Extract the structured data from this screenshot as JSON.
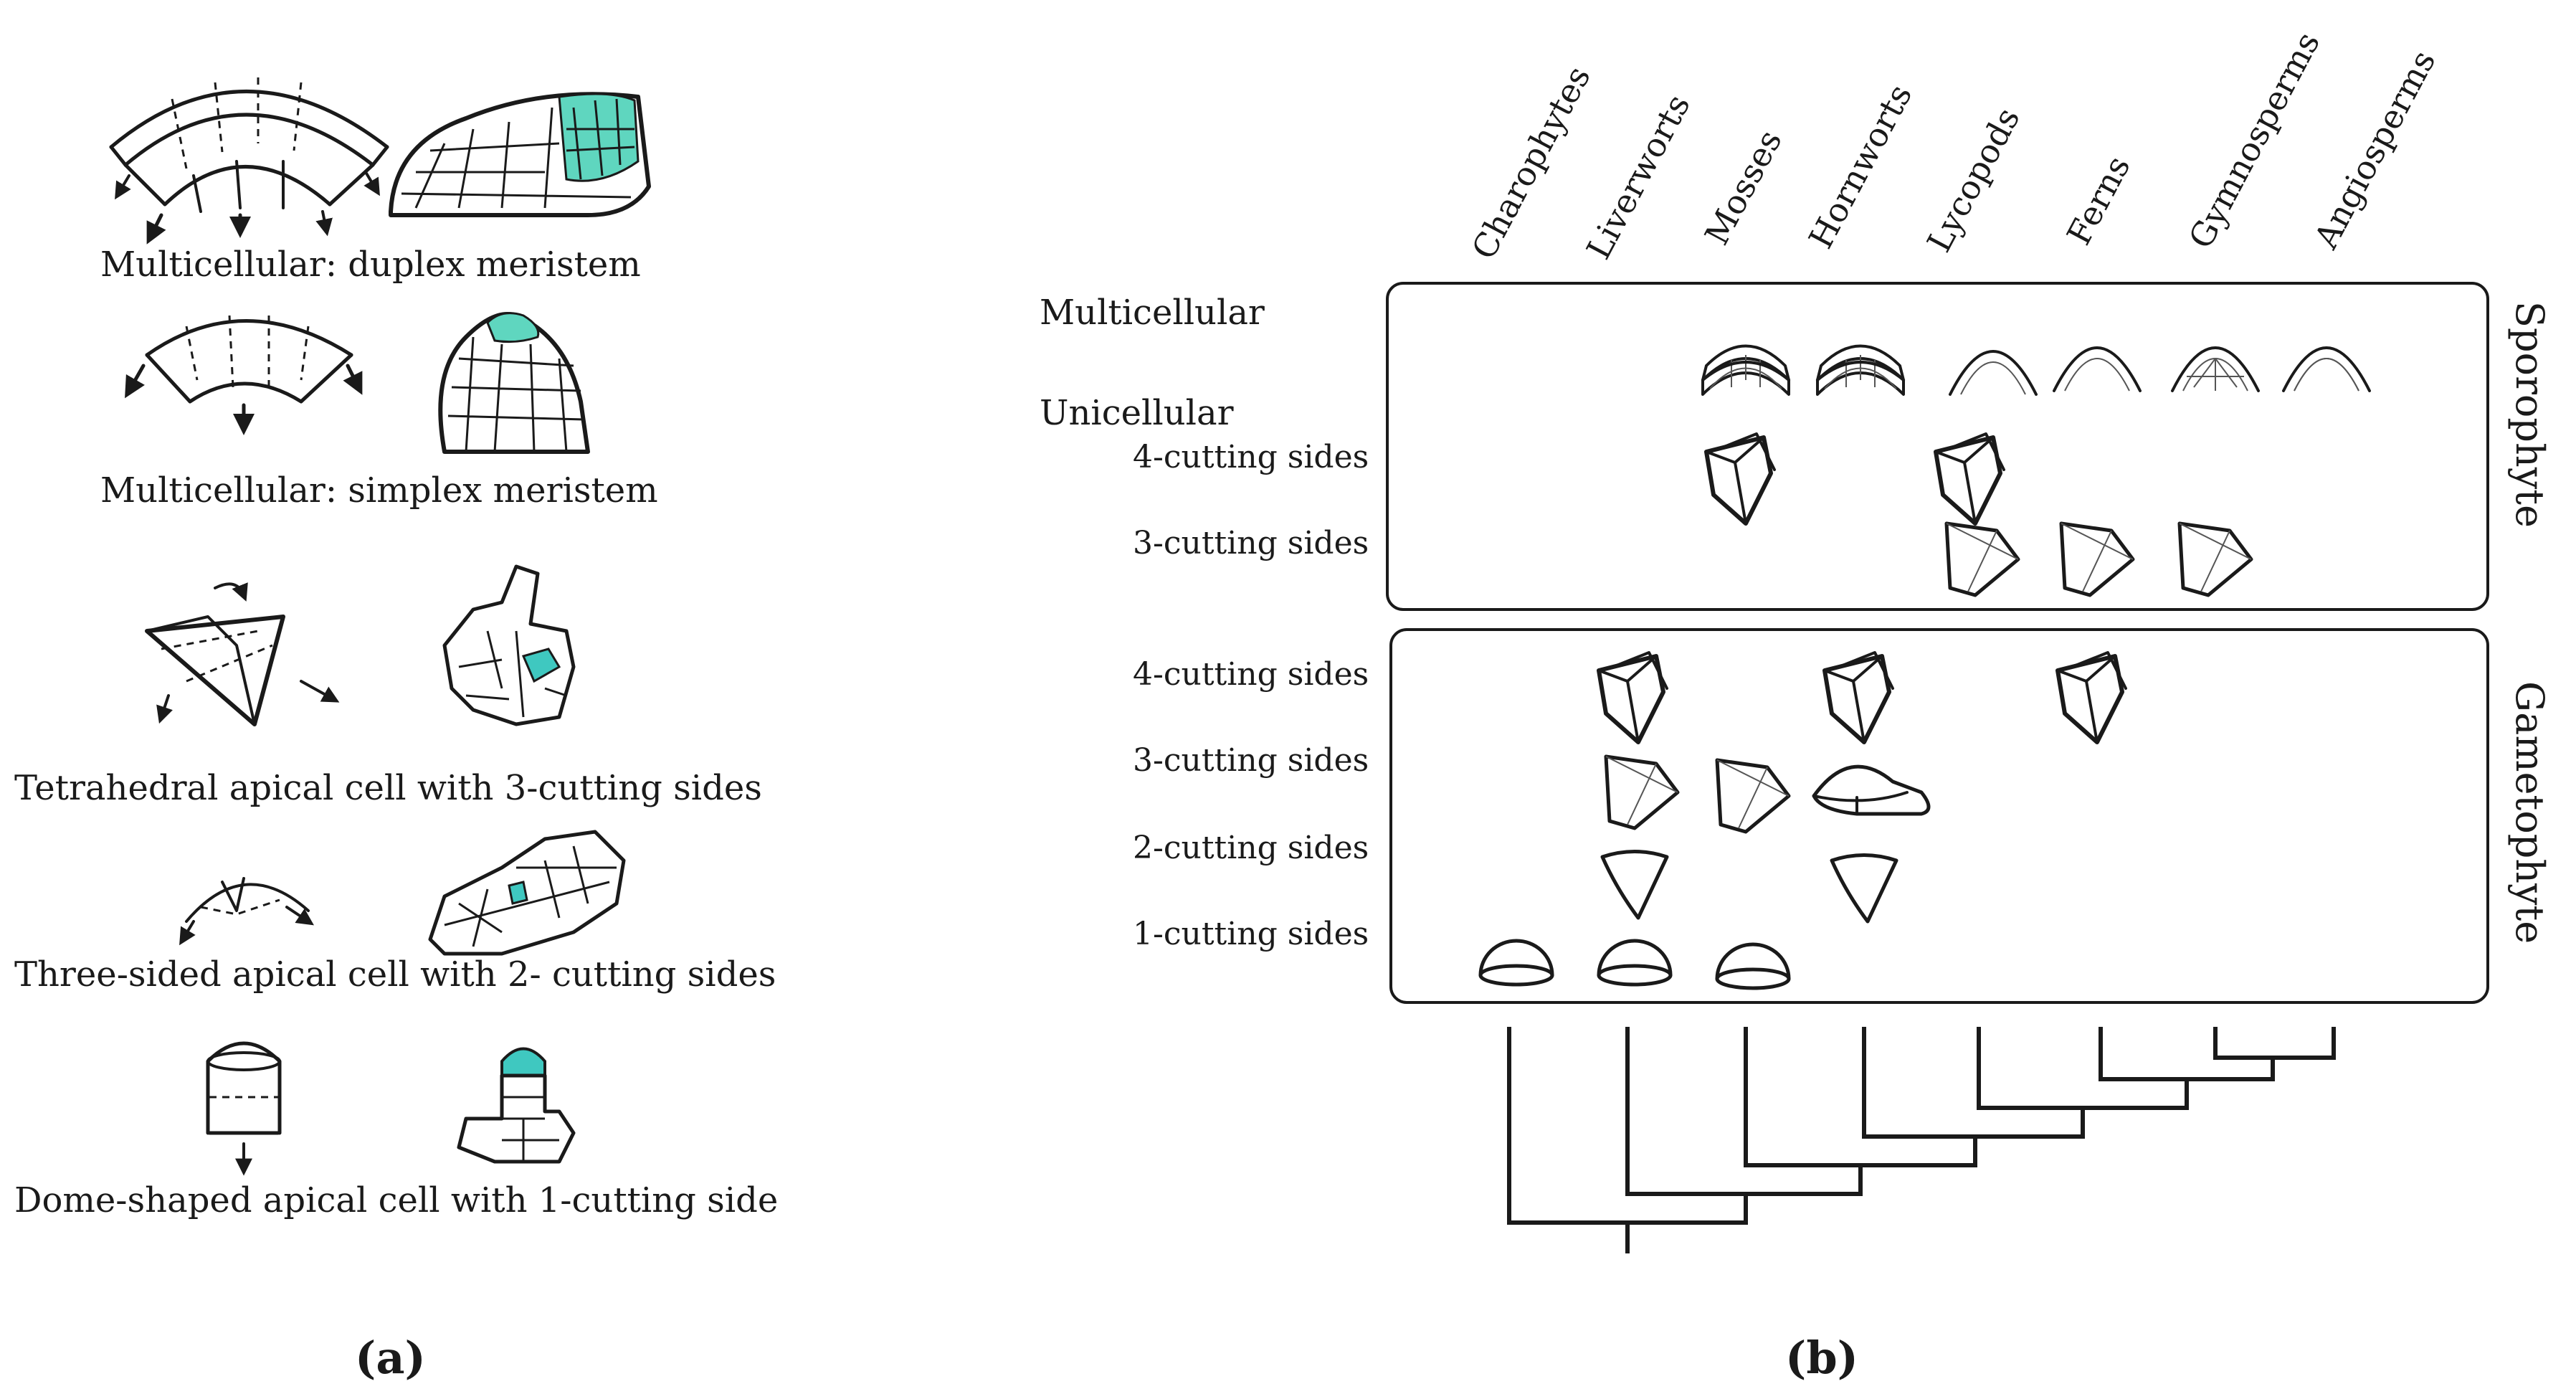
{
  "panel_a": {
    "caption": "(a)",
    "items": [
      {
        "label": "Multicellular: duplex meristem"
      },
      {
        "label": "Multicellular: simplex meristem"
      },
      {
        "label": "Tetrahedral apical cell with 3-cutting sides"
      },
      {
        "label": "Three-sided apical cell with 2- cutting sides"
      },
      {
        "label": "Dome-shaped apical cell with 1-cutting side"
      }
    ]
  },
  "panel_b": {
    "caption": "(b)",
    "taxa": [
      "Charophytes",
      "Liverworts",
      "Mosses",
      "Hornworts",
      "Lycopods",
      "Ferns",
      "Gymnosperms",
      "Angiosperms"
    ],
    "sporophyte": {
      "label": "Sporophyte",
      "rows": {
        "multicellular": "Multicellular",
        "unicellular": "Unicellular",
        "four": "4-cutting sides",
        "three": "3-cutting sides"
      }
    },
    "gametophyte": {
      "label": "Gametophyte",
      "rows": {
        "four": "4-cutting sides",
        "three": "3-cutting sides",
        "two": "2-cutting sides",
        "one": "1-cutting sides"
      }
    }
  },
  "colors": {
    "highlight": "#5fd6bf",
    "highlight_dark": "#3fbfa8",
    "ink": "#1a1a1a"
  }
}
